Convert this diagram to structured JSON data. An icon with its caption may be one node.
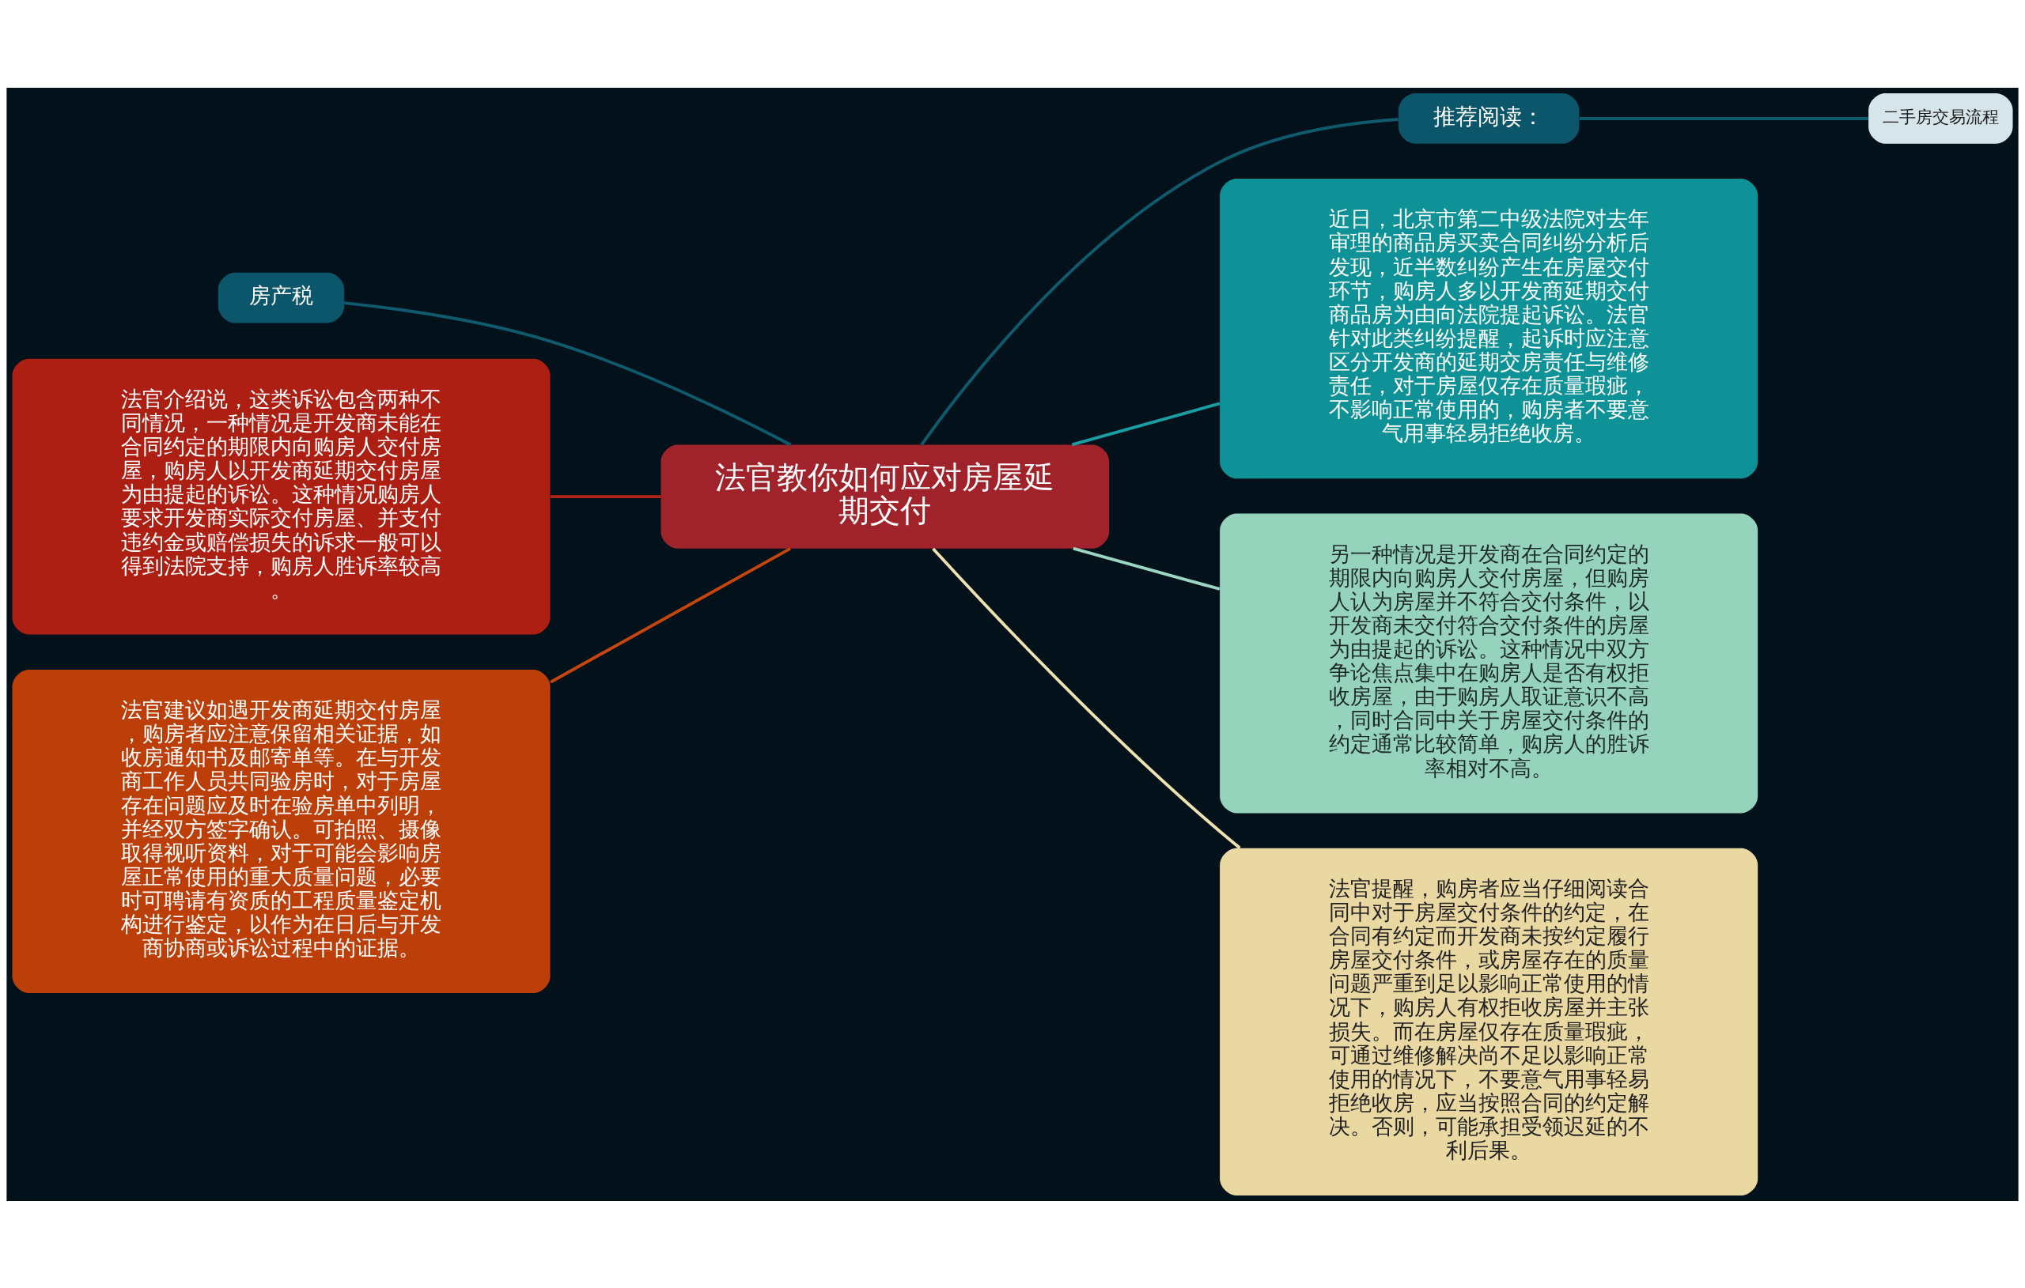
{
  "diagram": {
    "nodes": [
      {
        "text": [
          "法官教你如何应对房屋延期交付"
        ]
      },
      {
        "text": [
          "推荐阅读："
        ]
      },
      {
        "text": [
          "二手房交易流程"
        ]
      },
      {
        "text": [
          "近日，北京市第二中级法院对去年审理的商品房买卖合同纠纷分析后发现，近半数纠纷产生在房屋交付环节，购房人多以开发商延期交付商品房为由向法院提起诉讼。法官针对此类纠纷提醒，起诉时应注意区分开发商的延期交房责任与维修责任，对于房屋仅存在质量瑕疵，不影响正常使用的，购房者不要意气用事轻易拒绝收房。"
        ]
      },
      {
        "text": [
          "房产税"
        ]
      },
      {
        "text": [
          "法官介绍说，这类诉讼包含两种不同情况，一种情况是开发商未能在合同约定的期限内向购房人交付房屋，购房人以开发商延期交付房屋为由提起的诉讼。这种情况购房人要求开发商实际交付房屋、并支付违约金或赔偿损失的诉求一般可以得到法院支持，购房人胜诉率较高。"
        ]
      },
      {
        "text": [
          "另一种情况是开发商在合同约定的期限内向购房人交付房屋，但购房人认为房屋并不符合交付条件，以开发商未交付符合交付条件的房屋为由提起的诉讼。这种情况中双方争论焦点集中在购房人是否有权拒收房屋，由于购房人取证意识不高，同时合同中关于房屋交付条件的约定通常比较简单，购房人的胜诉率相对不高。"
        ]
      },
      {
        "text": [
          "法官建议如遇开发商延期交付房屋，购房者应注意保留相关证据，如收房通知书及邮寄单等。在与开发商工作人员共同验房时，对于房屋存在问题应及时在验房单中列明，并经双方签字确认。可拍照、摄像取得视听资料，对于可能会影响房屋正常使用的重大质量问题，必要时可聘请有资质的工程质量鉴定机构进行鉴定，以作为在日后与开发商协商或诉讼过程中的证据。"
        ]
      },
      {
        "text": [
          "法官提醒，购房者应当仔细阅读合同中对于房屋交付条件的约定，在合同有约定而开发商未按约定履行房屋交付条件，或房屋存在的质量问题严重到足以影响正常使用的情况下，购房人有权拒收房屋并主张损失。而在房屋仅存在质量瑕疵，可通过维修解决尚不足以影响正常使用的情况下，不要意气用事轻易拒绝收房，应当按照合同的约定解决。否则，可能承担受领迟延的不利后果。"
        ]
      }
    ],
    "edges": [
      {
        "from": 0,
        "to": 1,
        "arrow": "none"
      },
      {
        "from": 1,
        "to": 2,
        "arrow": "none"
      },
      {
        "from": 0,
        "to": 3,
        "arrow": "none",
        "color": "#1a9ea3"
      },
      {
        "from": 4,
        "to": 0,
        "arrow": "none"
      },
      {
        "from": 5,
        "to": 0,
        "arrow": "none",
        "color": "#b32518"
      },
      {
        "from": 0,
        "to": 6,
        "arrow": "none",
        "color": "#9ad6c2"
      },
      {
        "from": 7,
        "to": 0,
        "arrow": "none",
        "color": "#c4460d"
      },
      {
        "from": 0,
        "to": 8,
        "arrow": "none",
        "color": "#f0e2b0"
      }
    ]
  }
}
